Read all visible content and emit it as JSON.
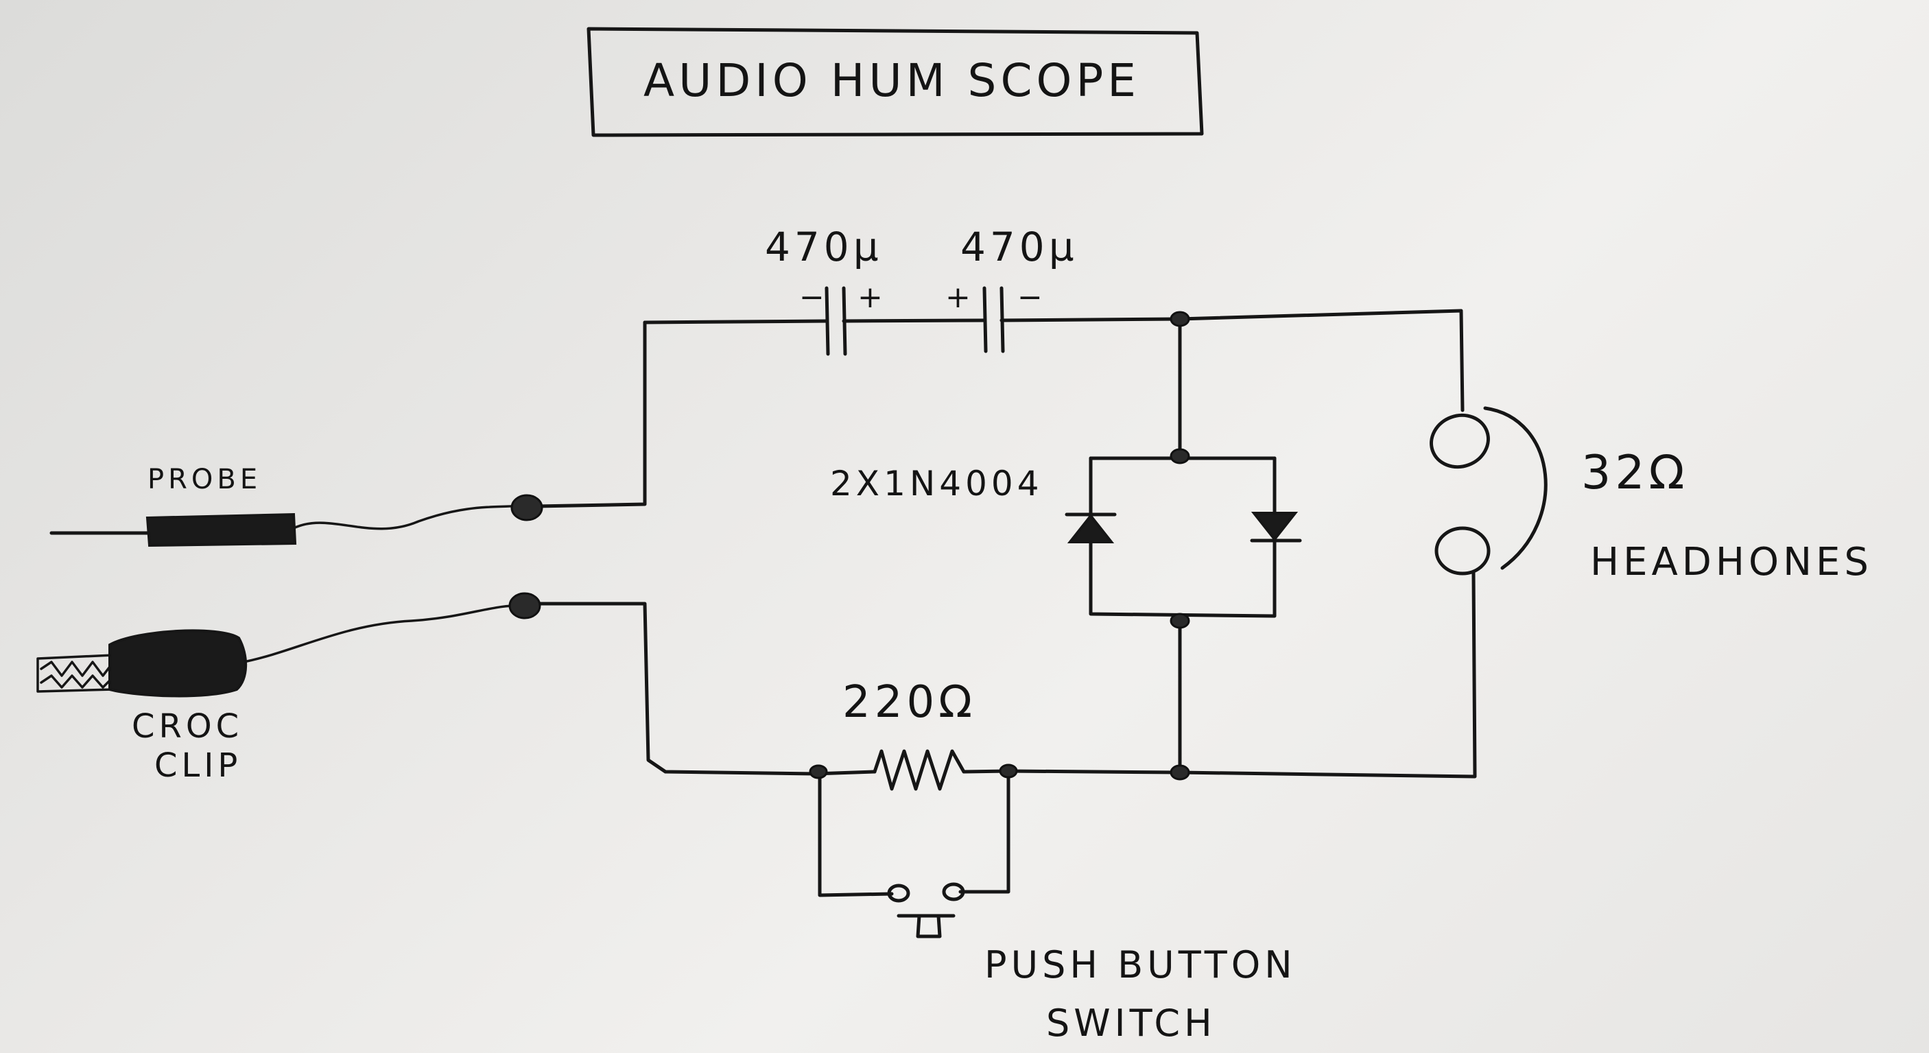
{
  "title": "AUDIO HUM SCOPE",
  "components": {
    "capacitor_1": {
      "value": "470µ",
      "left_polarity": "−",
      "right_polarity": "+"
    },
    "capacitor_2": {
      "value": "470µ",
      "left_polarity": "+",
      "right_polarity": "−"
    },
    "diodes": {
      "label": "2X1N4004"
    },
    "resistor": {
      "value": "220Ω"
    },
    "headphones": {
      "impedance": "32Ω",
      "label": "HEADHONES"
    },
    "probe": {
      "label": "PROBE"
    },
    "croc_clip": {
      "label_line1": "CROC",
      "label_line2": "CLIP"
    },
    "switch": {
      "label_line1": "PUSH BUTTON",
      "label_line2": "SWITCH"
    }
  },
  "colors": {
    "ink": "#161616",
    "paper": "#e9e8e6"
  }
}
